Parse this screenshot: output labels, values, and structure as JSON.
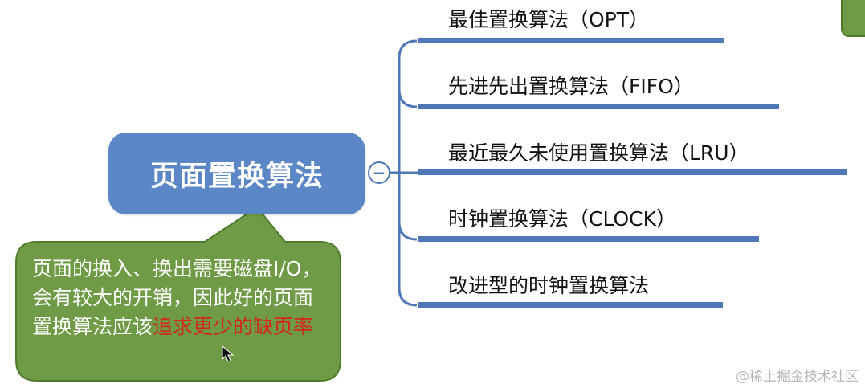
{
  "diagram": {
    "central_node": {
      "label": "页面置换算法"
    },
    "toggle_symbol": "−",
    "branches": [
      {
        "label": "最佳置换算法（OPT）"
      },
      {
        "label": "先进先出置换算法（FIFO）"
      },
      {
        "label": "最近最久未使用置换算法（LRU）"
      },
      {
        "label": "时钟置换算法（CLOCK）"
      },
      {
        "label": "改进型的时钟置换算法"
      }
    ],
    "callout": {
      "text": "页面的换入、换出需要磁盘I/O，会有较大的开销，因此好的页面置换算法应该",
      "highlight": "追求更少的缺页率"
    }
  },
  "watermark": "@稀土掘金技术社区",
  "colors": {
    "node_fill": "#5b87c7",
    "branch_line": "#4f78b8",
    "callout_fill": "#6f9b46",
    "callout_border": "#4e7a2b",
    "highlight_text": "#d3261c"
  }
}
